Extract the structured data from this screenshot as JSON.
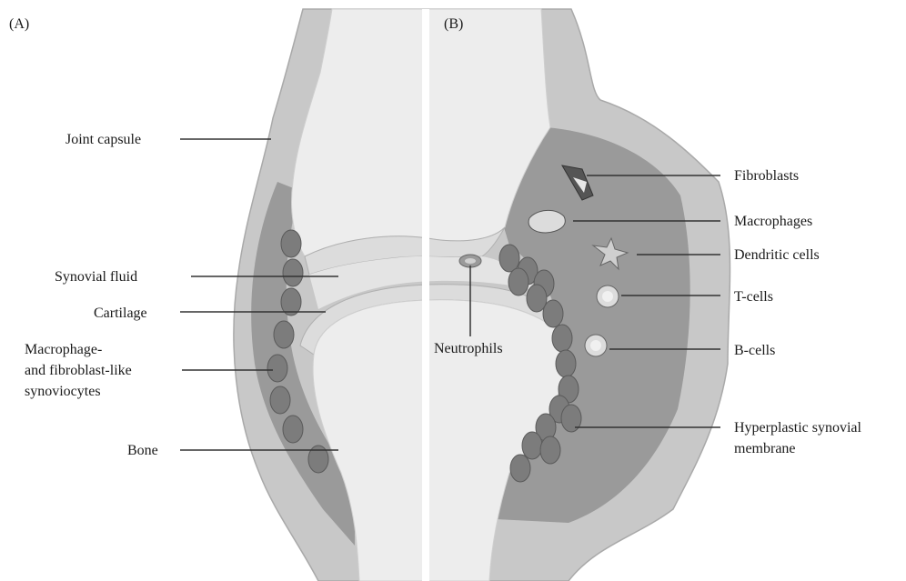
{
  "panels": {
    "a": "(A)",
    "b": "(B)"
  },
  "labels": {
    "joint_capsule": "Joint capsule",
    "synovial_fluid": "Synovial fluid",
    "cartilage": "Cartilage",
    "synoviocytes_1": "Macrophage-",
    "synoviocytes_2": "and fibroblast-like",
    "synoviocytes_3": "synoviocytes",
    "bone": "Bone",
    "neutrophils": "Neutrophils",
    "fibroblasts": "Fibroblasts",
    "macrophages": "Macrophages",
    "dendritic_cells": "Dendritic cells",
    "t_cells": "T-cells",
    "b_cells": "B-cells",
    "hyperplastic_1": "Hyperplastic synovial",
    "hyperplastic_2": "membrane"
  },
  "colors": {
    "capsule": "#c8c8c8",
    "synovium": "#9a9a9a",
    "bone": "#ededed",
    "cartilage": "#dcdcdc",
    "fluid": "#e4e4e4",
    "cell": "#7c7c7c",
    "leader": "#333333"
  }
}
